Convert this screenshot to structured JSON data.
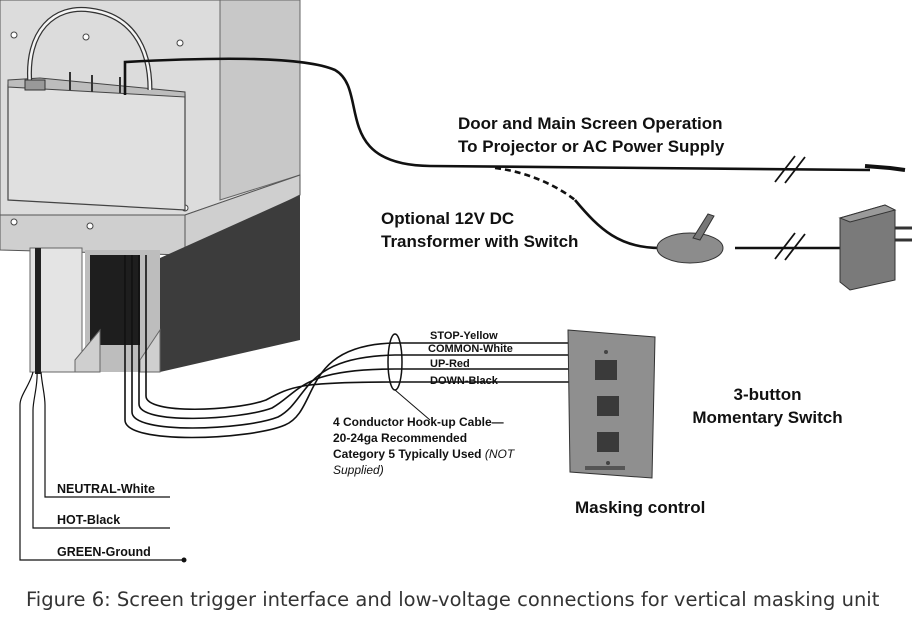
{
  "labels": {
    "door_operation_line1": "Door and Main Screen Operation",
    "door_operation_line2": "To Projector or AC Power Supply",
    "transformer_line1": "Optional 12V DC",
    "transformer_line2": "Transformer with Switch",
    "stop": "STOP-Yellow",
    "common": "COMMON-White",
    "up": "UP-Red",
    "down": "DOWN-Black",
    "cable_line1": "4 Conductor Hook-up Cable—",
    "cable_line2": "20-24ga Recommended",
    "cable_line3": "Category 5 Typically Used",
    "cable_note_a": "(NOT",
    "cable_note_b": "Supplied)",
    "switch_line1": "3-button",
    "switch_line2": "Momentary Switch",
    "masking": "Masking control",
    "neutral": "NEUTRAL-White",
    "hot": "HOT-Black",
    "ground": "GREEN-Ground"
  },
  "caption": "Figure 6: Screen trigger interface and low-voltage connections for vertical masking unit",
  "colors": {
    "wire": "#111111",
    "housing": "#d9d9d9",
    "housing_dark": "#3a3a3a",
    "plate": "#8a8a8a"
  }
}
